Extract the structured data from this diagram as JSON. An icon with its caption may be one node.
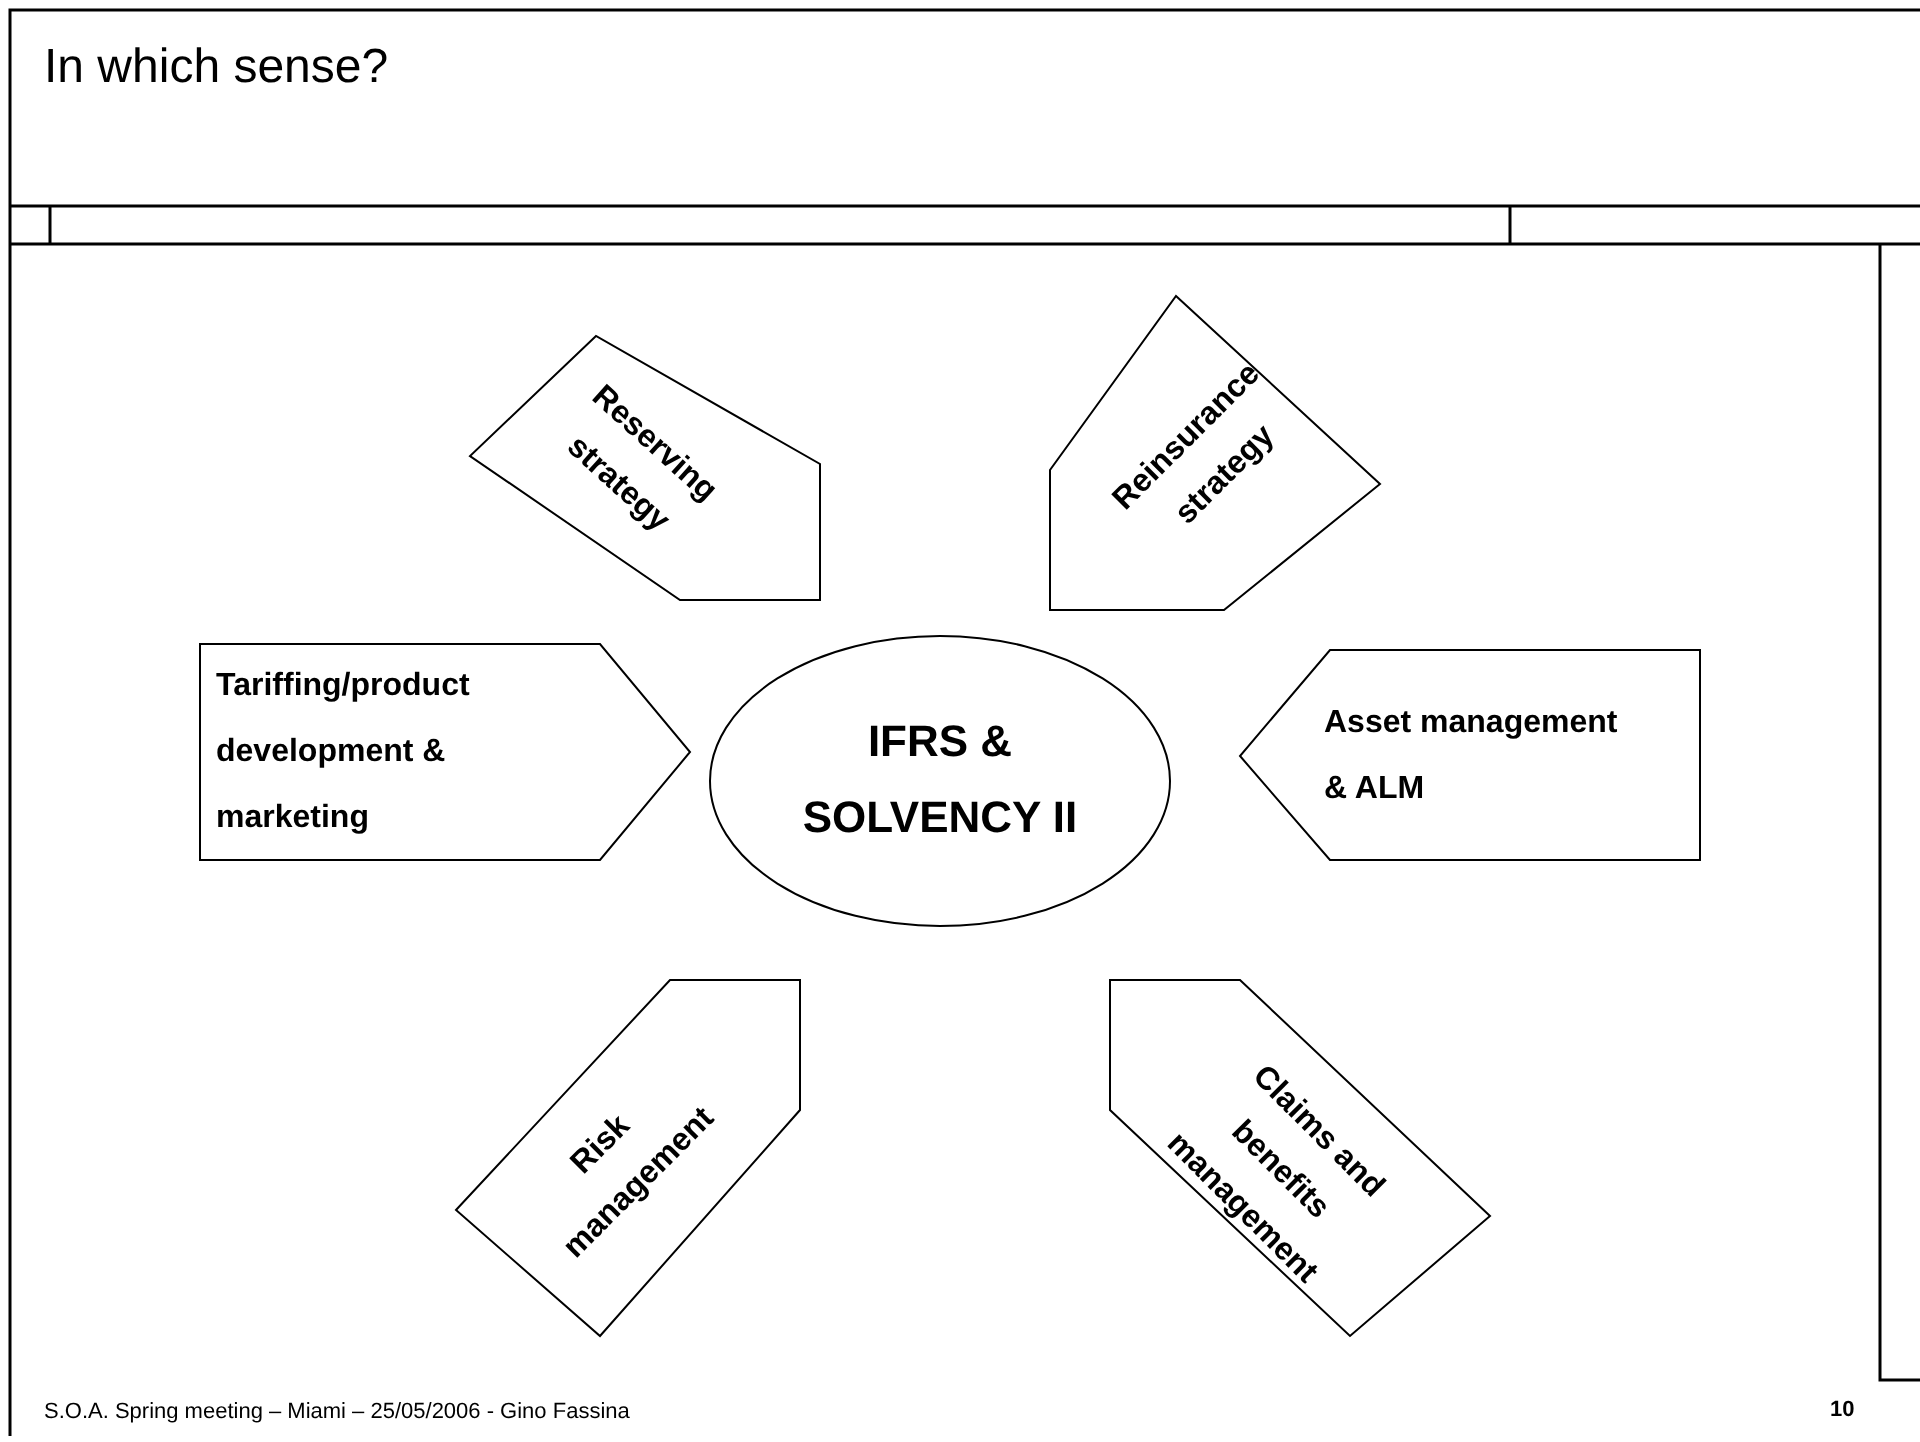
{
  "diagram": {
    "title": "In which sense?",
    "nodes": [
      {
        "text": [
          "IFRS & SOLVENCY II"
        ]
      },
      {
        "text": [
          "Reserving strategy"
        ]
      },
      {
        "text": [
          "Reinsurance strategy"
        ]
      },
      {
        "text": [
          "Tariffing/product development & marketing"
        ]
      },
      {
        "text": [
          "Asset management & ALM"
        ]
      },
      {
        "text": [
          "Risk management"
        ]
      },
      {
        "text": [
          "Claims and benefits management"
        ]
      }
    ],
    "labels": [
      "S.O.A. Spring meeting – Miami – 25/05/2006 - Gino Fassina",
      "10"
    ]
  }
}
